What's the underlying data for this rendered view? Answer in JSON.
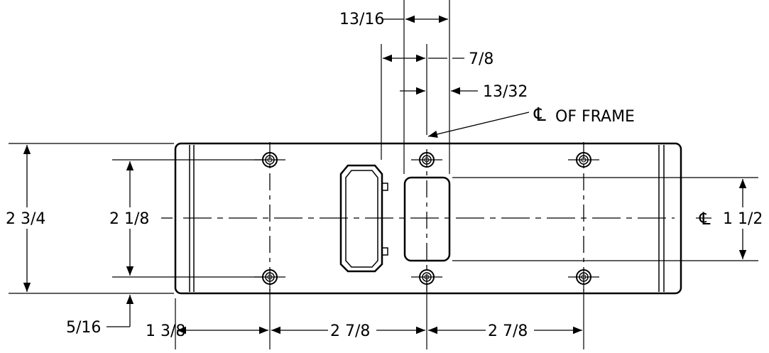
{
  "drawing": {
    "labels": {
      "top_13_16": "13/16",
      "top_7_8": "7/8",
      "top_13_32": "13/32",
      "centerline_symbol": "℄",
      "of_frame": "OF FRAME",
      "left_2_3_4": "2 3/4",
      "left_2_1_8": "2 1/8",
      "bottom_left_5_16": "5/16",
      "bottom_1_3_8": "1 3/8",
      "bottom_2_7_8_first": "2 7/8",
      "bottom_2_7_8_second": "2 7/8",
      "right_1_1_2": "1 1/2"
    }
  }
}
